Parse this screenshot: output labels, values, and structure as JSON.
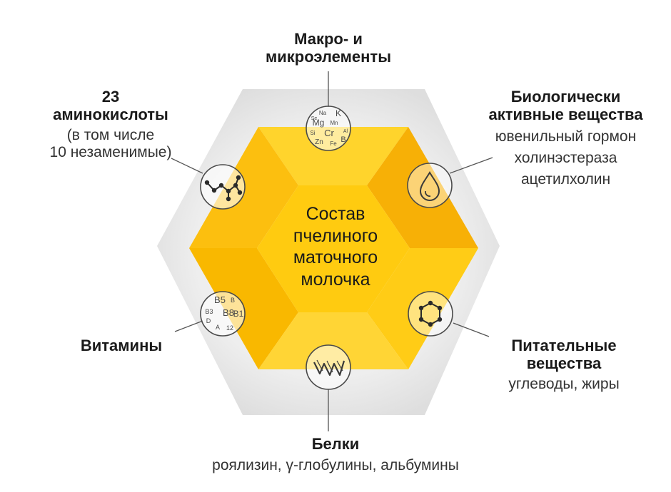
{
  "center": {
    "lines": [
      "Состав",
      "пчелиного",
      "маточного",
      "молочка"
    ]
  },
  "nodes": {
    "top": {
      "title_lines": [
        "Макро- и",
        "микроэлементы"
      ],
      "detail_lines": [],
      "icon": "elements-icon",
      "icon_glyphs": [
        "Na",
        "K",
        "Mg",
        "Mn",
        "Cr",
        "Si",
        "Zn",
        "Fe",
        "B",
        "Al",
        "Se"
      ]
    },
    "upper_left": {
      "title_lines": [
        "23",
        "аминокислоты"
      ],
      "detail_lines": [
        "(в том числе",
        "10 незаменимые)"
      ],
      "icon": "molecule-chain-icon"
    },
    "upper_right": {
      "title_lines": [
        "Биологически",
        "активные вещества"
      ],
      "detail_lines": [
        "ювенильный гормон",
        "холинэстераза",
        "ацетилхолин"
      ],
      "icon": "drop-icon"
    },
    "lower_left": {
      "title_lines": [
        "Витамины"
      ],
      "detail_lines": [],
      "icon": "vitamins-icon",
      "icon_glyphs": [
        "B5",
        "B8",
        "B3",
        "B1",
        "B",
        "D",
        "A",
        "12"
      ]
    },
    "lower_right": {
      "title_lines": [
        "Питательные",
        "вещества"
      ],
      "detail_lines": [
        "углеводы, жиры"
      ],
      "icon": "hexagon-ring-icon"
    },
    "bottom": {
      "title_lines": [
        "Белки"
      ],
      "detail_lines": [
        "роялизин, γ-глобулины, альбумины"
      ],
      "icon": "protein-ribbon-icon"
    }
  },
  "colors": {
    "honey_light": "#ffd21a",
    "honey_mid": "#fcbb07",
    "honey_dark": "#f0a300",
    "outer_hex": "#e7e7e7",
    "outer_hex_inner": "#f3f3f3",
    "line": "#555555"
  }
}
